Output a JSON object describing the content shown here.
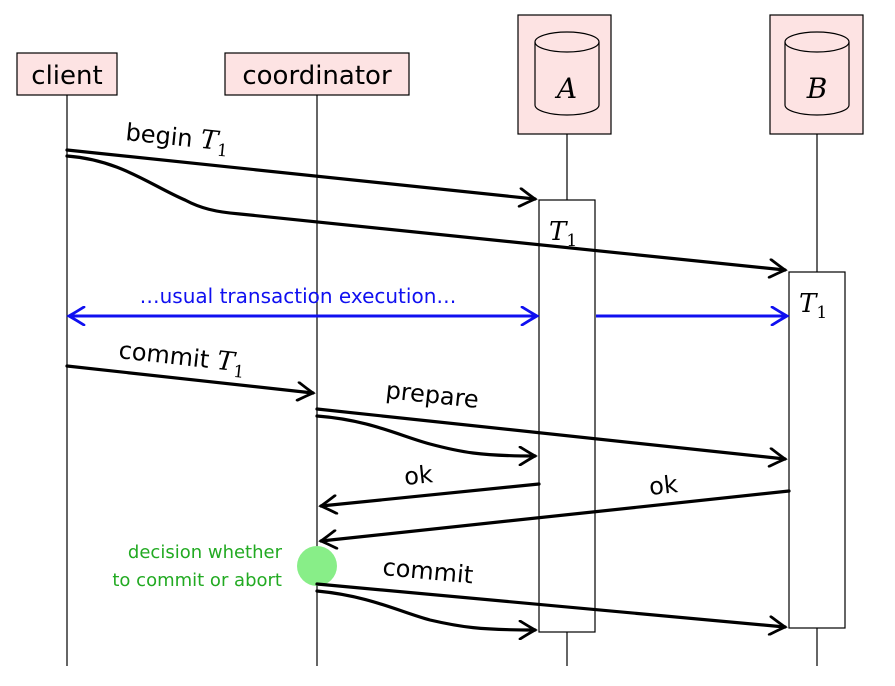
{
  "participants": {
    "client": "client",
    "coordinator": "coordinator",
    "db_a": "A",
    "db_b": "B"
  },
  "activations": {
    "a_label": "T",
    "a_sub": "1",
    "b_label": "T",
    "b_sub": "1"
  },
  "messages": {
    "begin_text": "begin",
    "begin_var": "T",
    "begin_sub": "1",
    "usual": "…usual transaction execution…",
    "commit_text": "commit",
    "commit_var": "T",
    "commit_sub": "1",
    "prepare": "prepare",
    "ok_a": "ok",
    "ok_b": "ok",
    "commit2": "commit"
  },
  "decision": {
    "line1": "decision whether",
    "line2": "to commit or abort"
  },
  "colors": {
    "box_fill": "#fde3e3",
    "blue": "#1010f0",
    "green": "#22aa22",
    "decision_dot": "#88ee88"
  }
}
